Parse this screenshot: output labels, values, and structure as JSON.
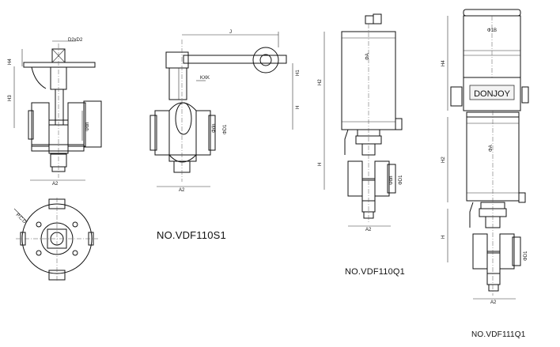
{
  "captions": {
    "s1": "NO.VDF110S1",
    "q1": "NO.VDF110Q1",
    "q1b": "NO.VDF111Q1"
  },
  "brand": "DONJOY",
  "dims": {
    "d2xd2": "D2xD2",
    "h4": "H4",
    "h3": "H3",
    "a2": "A2",
    "phi_d1": "ΦD1",
    "phi_dn": "Φdn",
    "j": "J",
    "kxk": "KXK",
    "h1": "H1",
    "h": "H",
    "h2": "H2",
    "phi_d": "ΦA",
    "phi_dc": "Φ1B",
    "h2b": "H2",
    "side": "P.C.D"
  },
  "colors": {
    "ink": "#111111",
    "actuator": "#e6e6e6",
    "actuator_dark": "#bdbdbd",
    "handle": "#bfbfbf"
  }
}
